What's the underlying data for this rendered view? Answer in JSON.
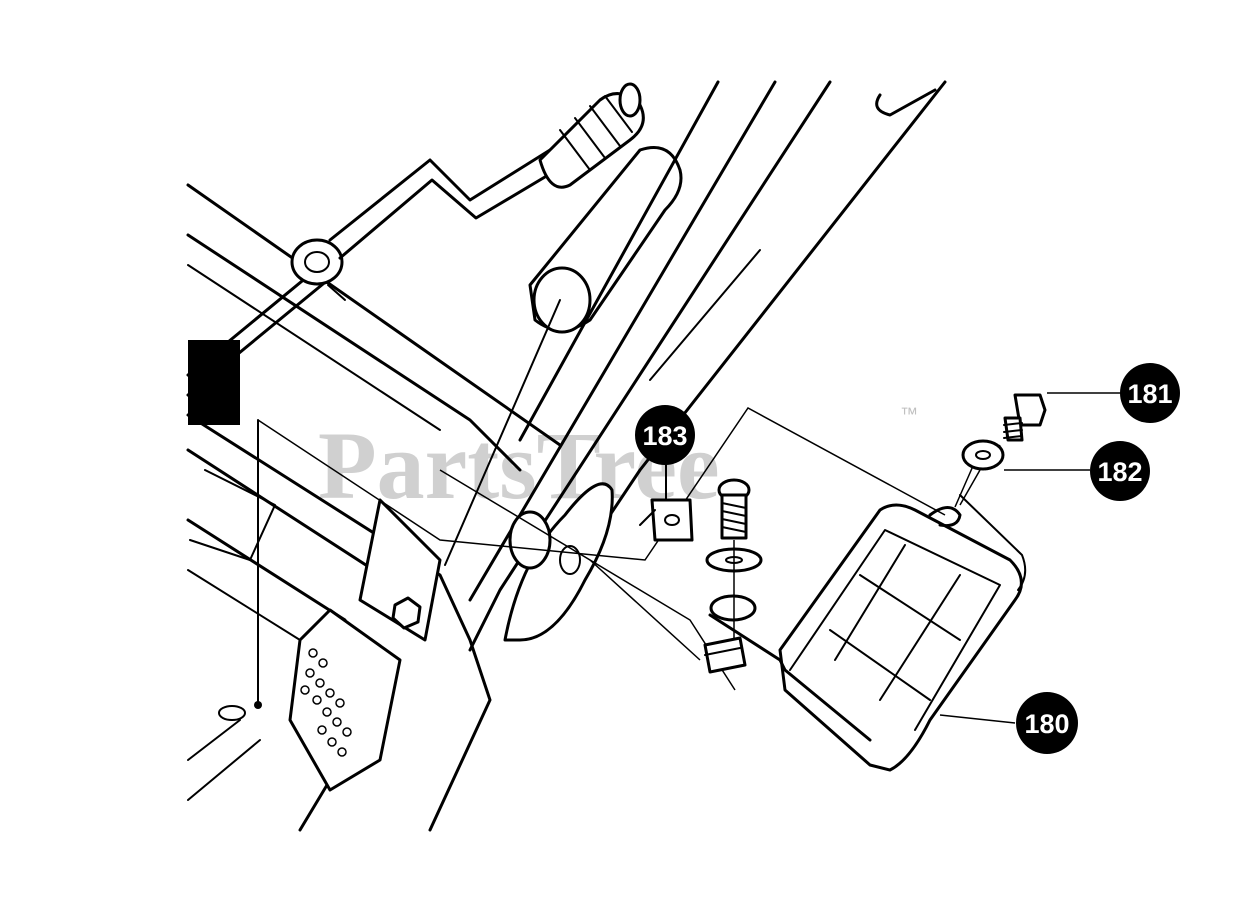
{
  "watermark": {
    "brand": "PartsTree",
    "trademark": "™"
  },
  "callouts": [
    {
      "id": "callout-180",
      "label": "180"
    },
    {
      "id": "callout-181",
      "label": "181"
    },
    {
      "id": "callout-182",
      "label": "182"
    },
    {
      "id": "callout-183",
      "label": "183"
    }
  ]
}
